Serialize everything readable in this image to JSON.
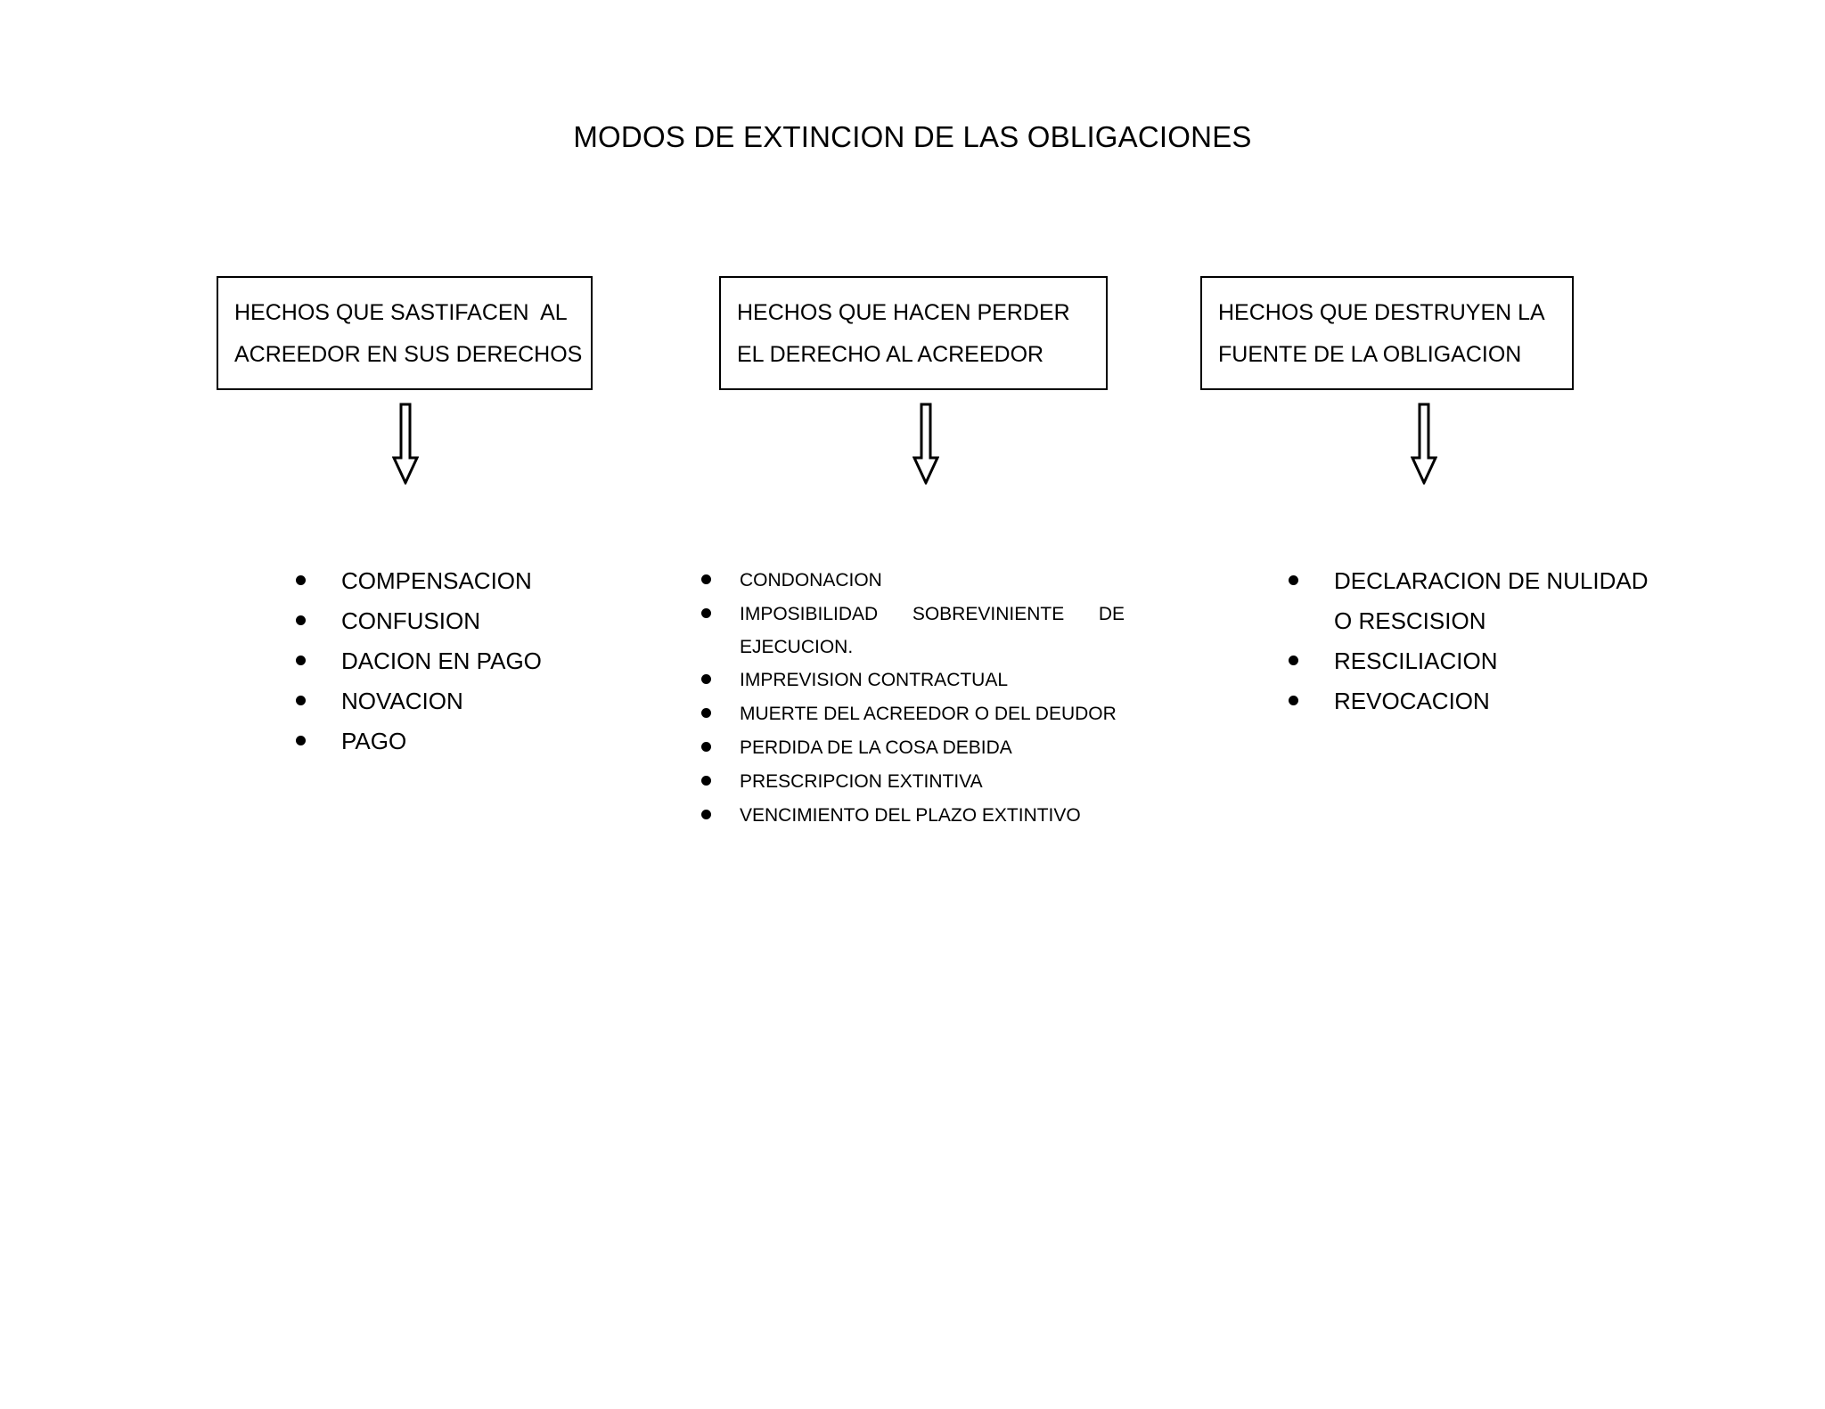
{
  "document": {
    "title": "MODOS DE EXTINCION DE LAS OBLIGACIONES",
    "background_color": "#ffffff",
    "text_color": "#000000"
  },
  "columns": [
    {
      "id": "col-1",
      "box_label": "HECHOS QUE SASTIFACEN  AL\nACREEDOR EN SUS DERECHOS",
      "arrow_icon": "down-arrow-outline-icon",
      "items": [
        "COMPENSACION",
        "CONFUSION",
        "DACION EN PAGO",
        "NOVACION",
        "PAGO"
      ]
    },
    {
      "id": "col-2",
      "box_label": "HECHOS QUE HACEN PERDER\nEL DERECHO AL ACREEDOR",
      "arrow_icon": "down-arrow-outline-icon",
      "items": [
        "CONDONACION",
        "IMPOSIBILIDAD SOBREVINIENTE DE EJECUCION.",
        "IMPREVISION CONTRACTUAL",
        "MUERTE DEL ACREEDOR O DEL DEUDOR",
        "PERDIDA DE LA COSA DEBIDA",
        "PRESCRIPCION EXTINTIVA",
        "VENCIMIENTO DEL PLAZO EXTINTIVO"
      ]
    },
    {
      "id": "col-3",
      "box_label": "HECHOS QUE DESTRUYEN LA\nFUENTE DE LA OBLIGACION",
      "arrow_icon": "down-arrow-outline-icon",
      "items": [
        "DECLARACION DE NULIDAD O RESCISION",
        "RESCILIACION",
        "REVOCACION"
      ]
    }
  ]
}
